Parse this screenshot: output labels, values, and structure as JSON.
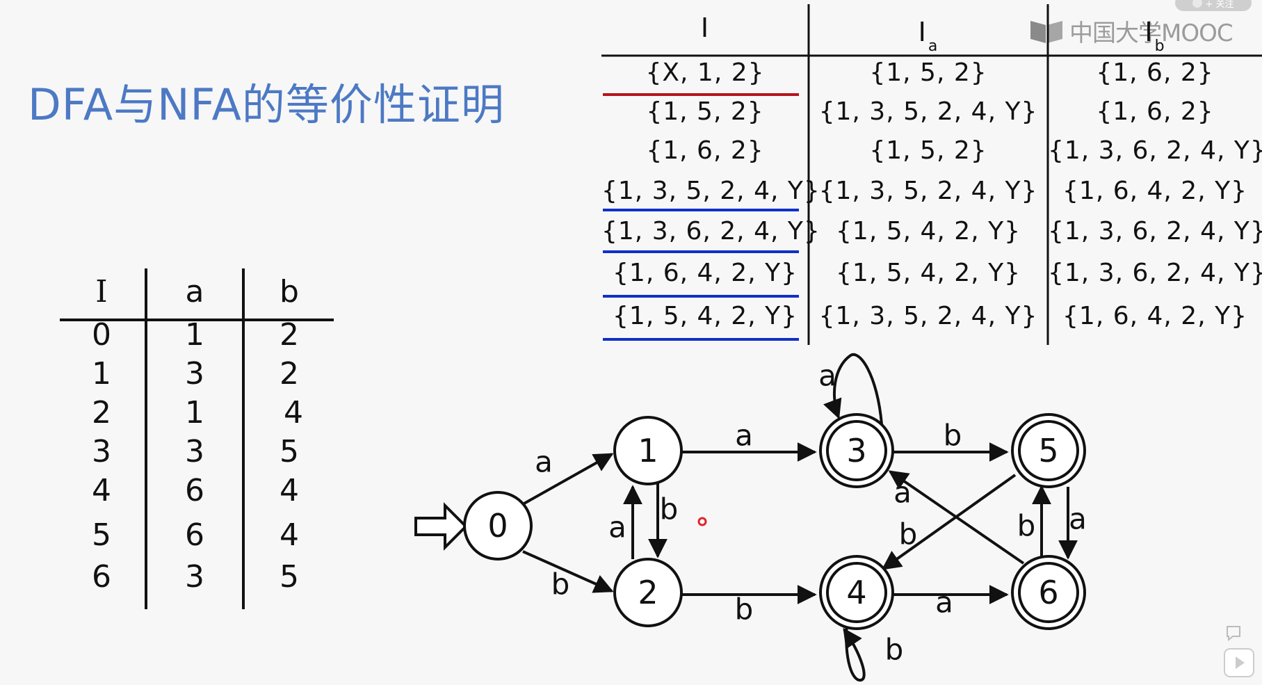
{
  "title": "DFA与NFA的等价性证明",
  "watermark": {
    "text": "中国大学MOOC",
    "badge": "+ 关注"
  },
  "subset_table": {
    "headers": {
      "i": "I",
      "ia": "I",
      "ia_sub": "a",
      "ib": "I",
      "ib_sub": "b"
    },
    "rows": [
      {
        "i": "{X, 1, 2}",
        "ia": "{1, 5, 2}",
        "ib": "{1, 6, 2}"
      },
      {
        "i": "{1, 5, 2}",
        "ia": "{1, 3, 5, 2, 4, Y}",
        "ib": "{1, 6, 2}"
      },
      {
        "i": "{1, 6, 2}",
        "ia": "{1, 5, 2}",
        "ib": "{1, 3, 6, 2, 4, Y}"
      },
      {
        "i": "{1, 3, 5, 2, 4, Y}",
        "ia": "{1, 3, 5, 2, 4, Y}",
        "ib": "{1, 6, 4, 2, Y}"
      },
      {
        "i": "{1, 3, 6, 2, 4, Y}",
        "ia": "{1, 5, 4, 2, Y}",
        "ib": "{1, 3, 6, 2, 4, Y}"
      },
      {
        "i": "{1, 6, 4, 2, Y}",
        "ia": "{1, 5, 4, 2, Y}",
        "ib": "{1, 3, 6, 2, 4, Y}"
      },
      {
        "i": "{1, 5, 4, 2, Y}",
        "ia": "{1, 3, 5, 2, 4, Y}",
        "ib": "{1, 6, 4, 2, Y}"
      }
    ],
    "colors": {
      "red_rule": "#b5141c",
      "blue_rule": "#1030c8"
    }
  },
  "transition_table": {
    "headers": [
      "I",
      "a",
      "b"
    ],
    "rows": [
      [
        "0",
        "1",
        "2"
      ],
      [
        "1",
        "3",
        "2"
      ],
      [
        "2",
        "1",
        "4"
      ],
      [
        "3",
        "3",
        "5"
      ],
      [
        "4",
        "6",
        "4"
      ],
      [
        "5",
        "6",
        "4"
      ],
      [
        "6",
        "3",
        "5"
      ]
    ]
  },
  "dfa": {
    "states": [
      "0",
      "1",
      "2",
      "3",
      "4",
      "5",
      "6"
    ],
    "accepting": [
      "3",
      "4",
      "5",
      "6"
    ],
    "start": "0",
    "edge_labels": {
      "e01": "a",
      "e02": "b",
      "e12": "b",
      "e21": "a",
      "e13": "a",
      "e24": "b",
      "e33": "a",
      "e35": "b",
      "e44": "b",
      "e46": "a",
      "e56": "a",
      "e65": "b",
      "e63": "a",
      "e54": "b"
    }
  },
  "cursor_color": "#e0242c"
}
